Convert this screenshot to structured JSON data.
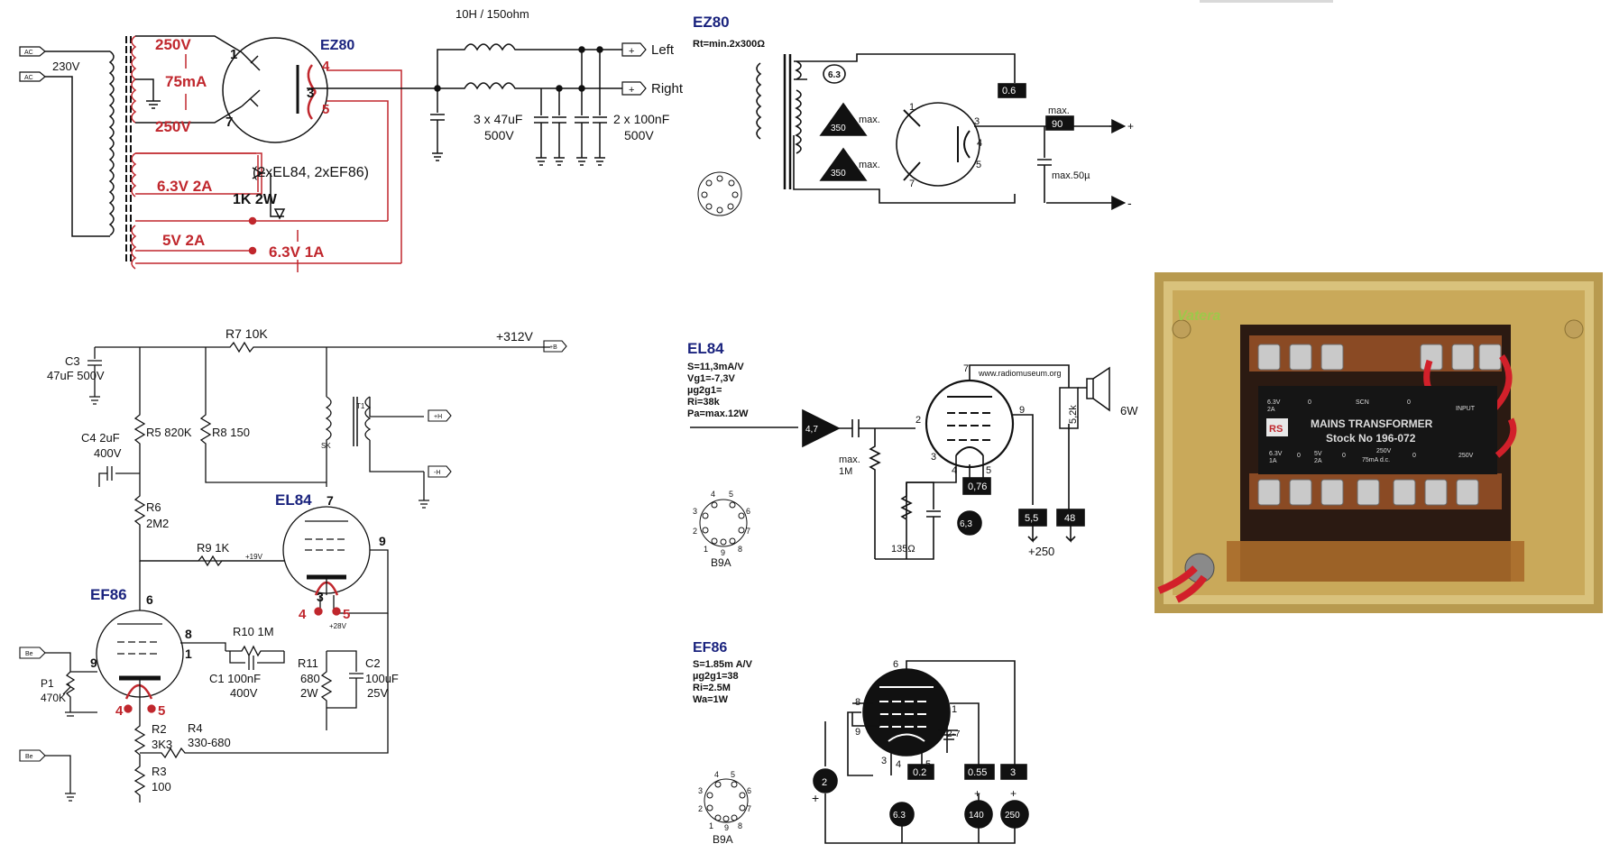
{
  "colors": {
    "ink": "#111111",
    "red": "#c0272d",
    "blue": "#1a237e",
    "plate": "#d7c27a",
    "coil": "#7a3a1c"
  },
  "psu": {
    "ac_in_1": "AC",
    "ac_in_2": "AC",
    "mains_voltage": "230V",
    "sec_top": "250V",
    "sec_current": "75mA",
    "sec_bottom": "250V",
    "heater1": "6.3V 2A",
    "heater1_note": "(2xEL84, 2xEF86)",
    "pot": "1K 2W",
    "heater2": "5V 2A",
    "heater3": "6.3V 1A",
    "tube": "EZ80",
    "pin1": "1",
    "pin7": "7",
    "pin4": "4",
    "pin3": "3",
    "pin5": "5",
    "choke": "10H / 150ohm",
    "out_left": "Left",
    "out_right": "Right",
    "plus": "+",
    "cap_bank": "3 x 47uF",
    "cap_bank_v": "500V",
    "cap_small": "2 x 100nF",
    "cap_small_v": "500V"
  },
  "amp": {
    "r7": "R7 10K",
    "b_plus": "+312V",
    "b_label": "+B",
    "c3": "C3",
    "c3_val": "47uF 500V",
    "c4": "C4 2uF",
    "c4_v": "400V",
    "r5": "R5 820K",
    "r8": "R8 150",
    "t1": "T1",
    "sk": "SK",
    "out_h1": "+H",
    "out_h2": "-H",
    "r6": "R6",
    "r6_val": "2M2",
    "el84": "EL84",
    "el84_pin7": "7",
    "el84_pin9": "9",
    "el84_pin3": "3",
    "el84_pin4": "4",
    "el84_pin5": "5",
    "r9": "R9 1K",
    "v19": "+19V",
    "v28": "+28V",
    "ef86": "EF86",
    "ef86_pin6": "6",
    "ef86_pin8": "8",
    "ef86_pin1": "1",
    "ef86_pin9": "9",
    "ef86_pin4": "4",
    "ef86_pin5": "5",
    "r10": "R10 1M",
    "c1": "C1 100nF",
    "c1_v": "400V",
    "r11": "R11",
    "r11_val": "680",
    "r11_w": "2W",
    "c2": "C2",
    "c2_val": "100uF",
    "c2_v": "25V",
    "in1": "Be",
    "p1": "P1",
    "p1_val": "470K",
    "r2": "R2",
    "r2_val": "3K3",
    "r4": "R4",
    "r4_val": "330-680",
    "r3": "R3",
    "r3_val": "100",
    "in2": "Be"
  },
  "ez80_ds": {
    "title": "EZ80",
    "rt": "Rt=min.2x300Ω",
    "heater": "6.3",
    "v_top": "350",
    "v_bot": "350",
    "max1": "max.",
    "max2": "max.",
    "p1": "1",
    "p3": "3",
    "p4": "4",
    "p5": "5",
    "p7": "7",
    "i_val": "0.6",
    "out_max": "max.",
    "out_val": "90",
    "cap": "max.50µ",
    "plus": "+",
    "minus": "-"
  },
  "el84_ds": {
    "title": "EL84",
    "s": "S=11,3mA/V",
    "vg1": "Vg1=-7,3V",
    "mu": "µg2g1=",
    "ri": "Ri=38k",
    "pa": "Pa=max.12W",
    "in_val": "4,7",
    "grid_r": "max.",
    "grid_r2": "1M",
    "cath_r": "135Ω",
    "site": "www.radiomuseum.org",
    "spk": "6W",
    "ra": "5,2k",
    "p2": "2",
    "p3": "3",
    "p4": "4",
    "p5": "5",
    "p7": "7",
    "p9": "9",
    "i_g2": "0,76",
    "heater": "6,3",
    "ia": "5,5",
    "ig": "48",
    "b_plus": "+250",
    "base": "B9A",
    "base_pins": [
      "5",
      "4",
      "6",
      "3",
      "7",
      "2",
      "8",
      "1",
      "9"
    ]
  },
  "ef86_ds": {
    "title": "EF86",
    "s": "S=1.85m A/V",
    "mu": "µg2g1=38",
    "ri": "Ri=2.5M",
    "wa": "Wa=1W",
    "p6": "6",
    "p8": "8",
    "p9": "9",
    "p1": "1",
    "p2_7": "2-7",
    "p3": "3",
    "p4": "4",
    "p5": "5",
    "v_g1": "2",
    "v_k": "0.2",
    "v_g2": "0.55",
    "v_a": "3",
    "heater": "6.3",
    "b1": "140",
    "b2": "250",
    "plus": "+",
    "base": "B9A",
    "base_pins": [
      "5",
      "4",
      "6",
      "3",
      "7",
      "2",
      "8",
      "1",
      "9"
    ]
  },
  "photo": {
    "watermark": "Vatera",
    "brand": "RS",
    "title": "MAINS TRANSFORMER",
    "stock": "Stock No 196-072",
    "top_row": [
      "6.3V",
      "2A",
      "0",
      "SCN",
      "0",
      "INPUT"
    ],
    "bot_row": [
      "6.3V",
      "1A",
      "0",
      "5V",
      "2A",
      "0",
      "250V",
      "75mA d.c.",
      "0",
      "250V"
    ]
  }
}
